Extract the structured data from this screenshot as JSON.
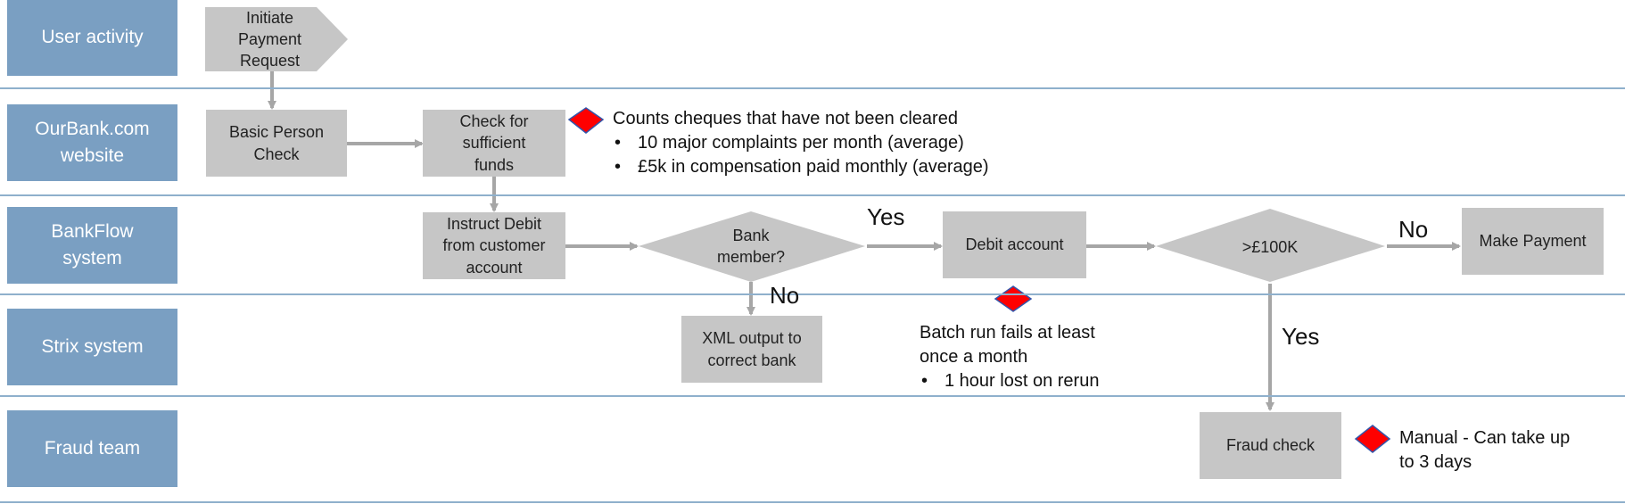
{
  "lanes": [
    {
      "label": "User activity"
    },
    {
      "label": "OurBank.com\nwebsite"
    },
    {
      "label": "BankFlow\nsystem"
    },
    {
      "label": "Strix system"
    },
    {
      "label": "Fraud team"
    }
  ],
  "nodes": {
    "initiate": "Initiate\nPayment\nRequest",
    "basic_check": "Basic Person\nCheck",
    "funds_check": "Check for\nsufficient\nfunds",
    "instruct_debit": "Instruct Debit\nfrom customer\naccount",
    "bank_member": "Bank\nmember?",
    "debit_account": "Debit account",
    "threshold": ">£100K",
    "make_payment": "Make Payment",
    "xml_output": "XML output to\ncorrect bank",
    "fraud_check": "Fraud check"
  },
  "edge_labels": {
    "member_yes": "Yes",
    "member_no": "No",
    "threshold_no": "No",
    "threshold_yes": "Yes"
  },
  "notes": {
    "funds": {
      "heading": "Counts cheques that have not been cleared",
      "bullets": [
        "10 major complaints per month (average)",
        "£5k in compensation paid monthly (average)"
      ]
    },
    "batch": {
      "heading": "Batch run fails at least\nonce a month",
      "bullets": [
        "1 hour lost on rerun"
      ]
    },
    "fraud": {
      "heading": "Manual - Can take up\nto 3 days",
      "bullets": []
    }
  },
  "colors": {
    "lane_label": "#7a9fc2",
    "lane_line": "#8fb0cc",
    "node": "#c6c6c6",
    "arrow": "#a6a6a6",
    "risk_marker": "#ff0000",
    "risk_marker_border": "#3355aa"
  },
  "icons": {
    "risk_marker": "red-diamond-icon"
  }
}
